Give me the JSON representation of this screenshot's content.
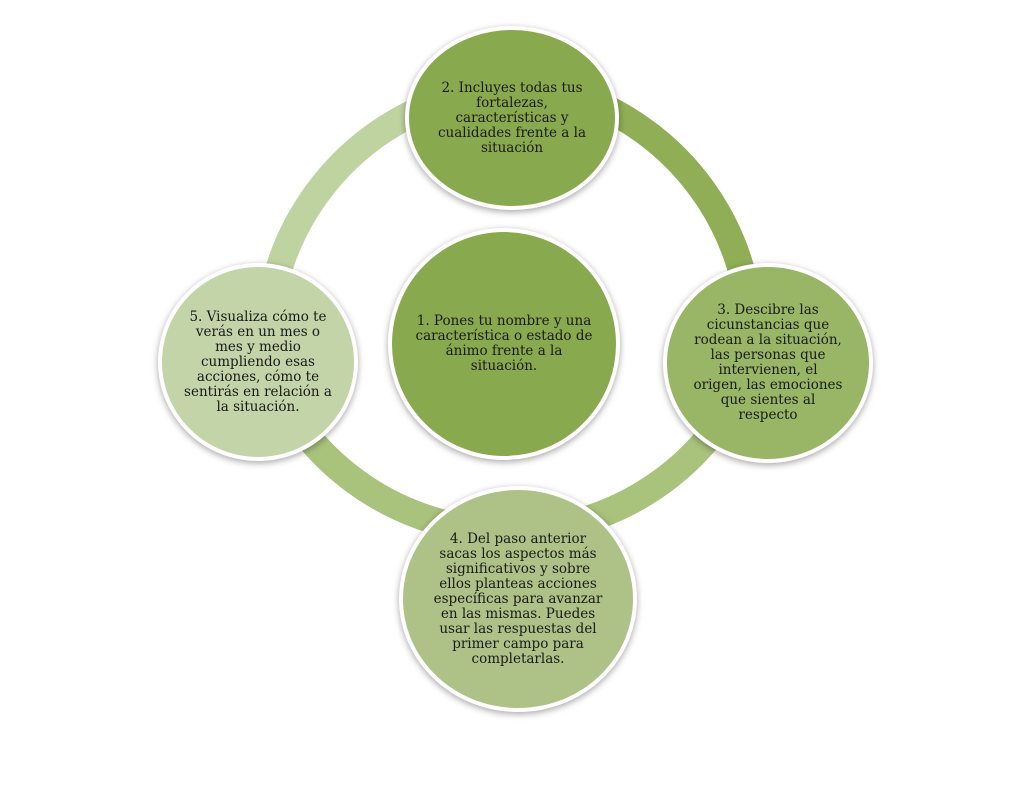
{
  "colors": {
    "center": "#88a94e",
    "step2": "#88a94e",
    "step3": "#98b665",
    "step4": "#aec288",
    "step5": "#c3d4a8",
    "ring_right": "#8fae55",
    "ring_bottom": "#a9c27c",
    "ring_left": "#bfd3a0",
    "node_border": "#ffffff"
  },
  "nodes": {
    "center": "1. Pones tu nombre y una característica o estado de ánimo frente a la situación.",
    "step2": "2. Incluyes todas tus fortalezas, características y cualidades frente a la situación",
    "step3": "3. Descibre las cicunstancias que rodean a la situación, las personas que intervienen, el origen, las emociones que sientes al respecto",
    "step4": "4. Del paso anterior sacas los aspectos más significativos y sobre ellos planteas acciones específicas para avanzar en las mismas. Puedes usar las respuestas del primer campo para completarlas.",
    "step5": "5. Visualiza cómo te verás en un mes o mes y medio cumpliendo esas acciones, cómo te sentirás en relación a la situación."
  }
}
